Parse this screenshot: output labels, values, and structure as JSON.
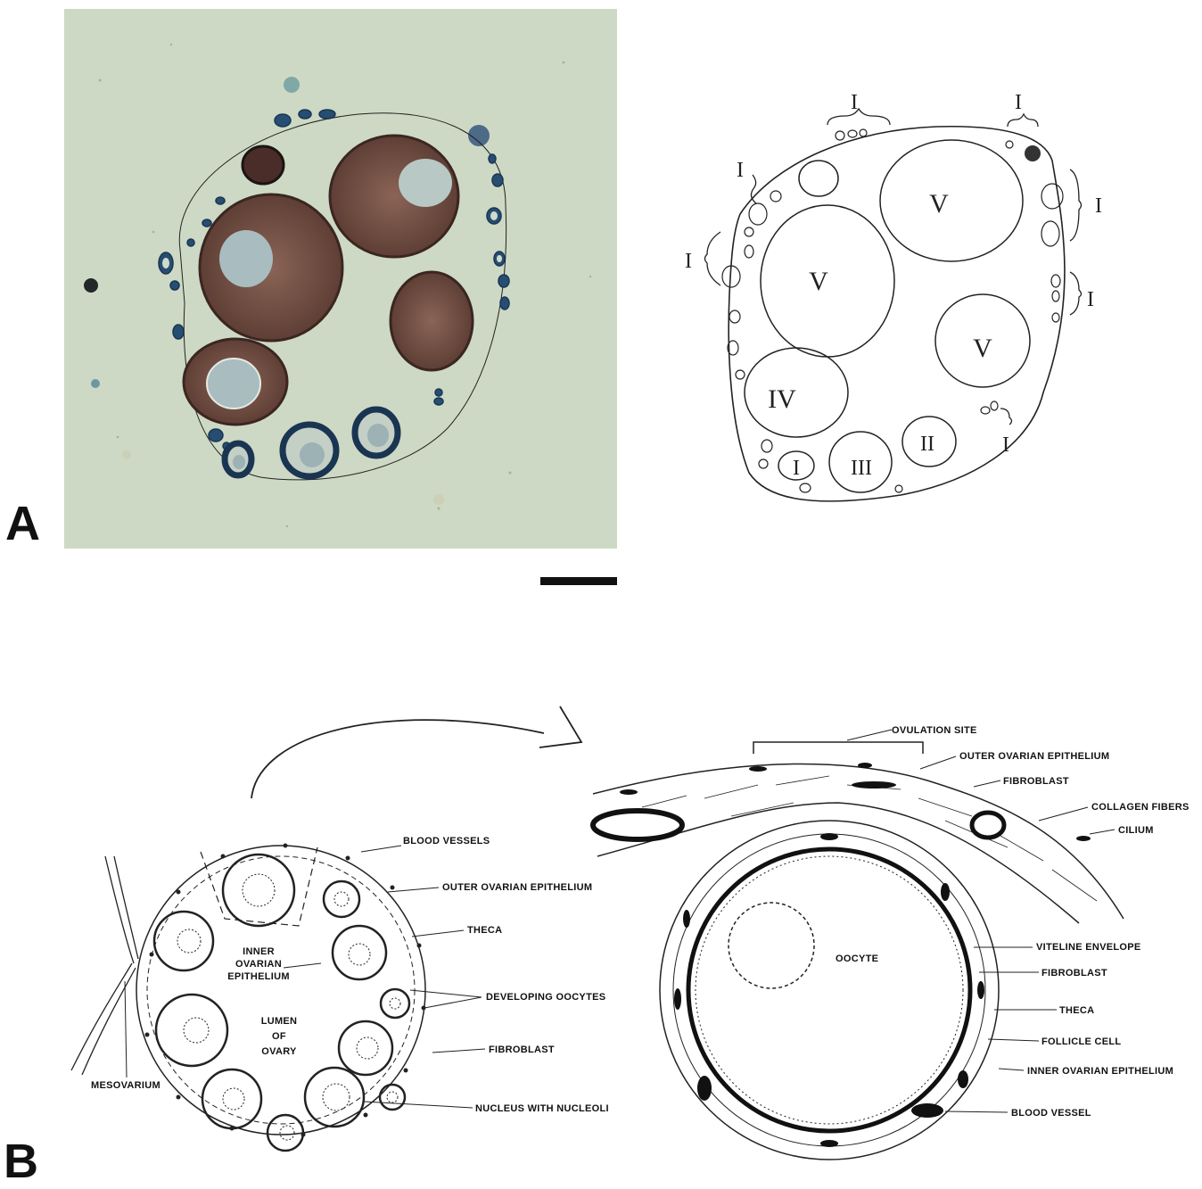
{
  "panels": {
    "a": {
      "letter": "A"
    },
    "b": {
      "letter": "B"
    }
  },
  "sketch_stage_labels": {
    "large_1": "V",
    "large_2": "V",
    "large_3": "V",
    "medium": "IV",
    "small_3": "III",
    "small_2": "II",
    "small_1": "I",
    "peripheral": "I"
  },
  "overview_labels": {
    "blood_vessels": "BLOOD VESSELS",
    "outer_epithelium": "OUTER OVARIAN EPITHELIUM",
    "theca": "THECA",
    "inner_epithelium_1": "INNER",
    "inner_epithelium_2": "OVARIAN",
    "inner_epithelium_3": "EPITHELIUM",
    "lumen_1": "LUMEN",
    "lumen_2": "OF",
    "lumen_3": "OVARY",
    "developing_oocytes": "DEVELOPING OOCYTES",
    "fibroblast": "FIBROBLAST",
    "mesovarium": "MESOVARIUM",
    "nucleus": "NUCLEUS WITH NUCLEOLI"
  },
  "detail_labels": {
    "ovulation_site": "OVULATION SITE",
    "outer_epithelium": "OUTER OVARIAN EPITHELIUM",
    "fibroblast_top": "FIBROBLAST",
    "collagen": "COLLAGEN FIBERS",
    "cilium": "CILIUM",
    "oocyte": "OOCYTE",
    "viteline": "VITELINE ENVELOPE",
    "fibroblast_mid": "FIBROBLAST",
    "theca": "THECA",
    "follicle_cell": "FOLLICLE CELL",
    "inner_epithelium": "INNER OVARIAN EPITHELIUM",
    "blood_vessel": "BLOOD VESSEL"
  },
  "colors": {
    "photo_bg": "#cdd9c4",
    "oocyte_brown": "#6e4a3e",
    "nucleus_blue": "#a9bcc0",
    "stain_blue": "#274e72"
  }
}
